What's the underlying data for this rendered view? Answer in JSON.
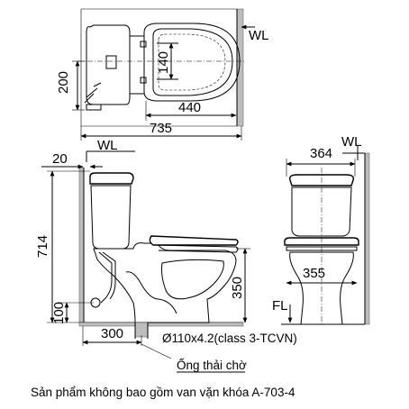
{
  "top_view": {
    "wall_label": "WL",
    "dim_depth": "200",
    "dim_outlet": "140",
    "dim_bowl": "440",
    "dim_total": "735"
  },
  "side_view": {
    "wall_label": "WL",
    "dim_wall_gap": "20",
    "dim_height": "714",
    "dim_inlet_height": "100",
    "dim_seat_height": "350",
    "dim_rough_in": "300",
    "pipe_spec": "Ø110x4.2(class 3-TCVN)",
    "pipe_caption": "Ống thải chờ"
  },
  "front_view": {
    "wall_label": "WL",
    "floor_label": "FL",
    "dim_width": "364",
    "dim_seat_width": "355"
  },
  "caption": "Sản phẩm không bao gồm van vặn khóa A-703-4"
}
